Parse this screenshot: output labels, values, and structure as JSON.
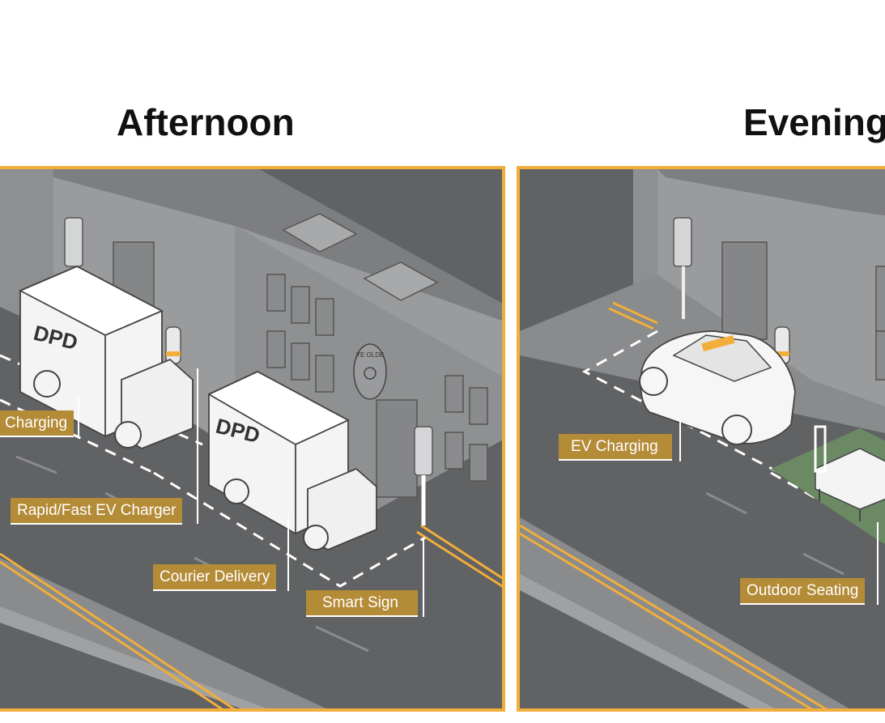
{
  "panels": {
    "afternoon": {
      "title": "Afternoon",
      "labels": {
        "ev_charging": "Charging",
        "rapid_fast_ev_charger": "Rapid/Fast EV Charger",
        "courier_delivery": "Courier Delivery",
        "smart_sign": "Smart Sign"
      },
      "truck_logo": "DPD",
      "shop_sign": "YE OLDE"
    },
    "evening": {
      "title": "Evening",
      "labels": {
        "ev_charging": "EV Charging",
        "outdoor_seating": "Outdoor Seating"
      }
    }
  },
  "colors": {
    "accent_border": "#F1AE3A",
    "label_fill": "#B48B37",
    "road": "#616264",
    "building": "#9a9b9d",
    "seating_area": "#6b8a64"
  }
}
